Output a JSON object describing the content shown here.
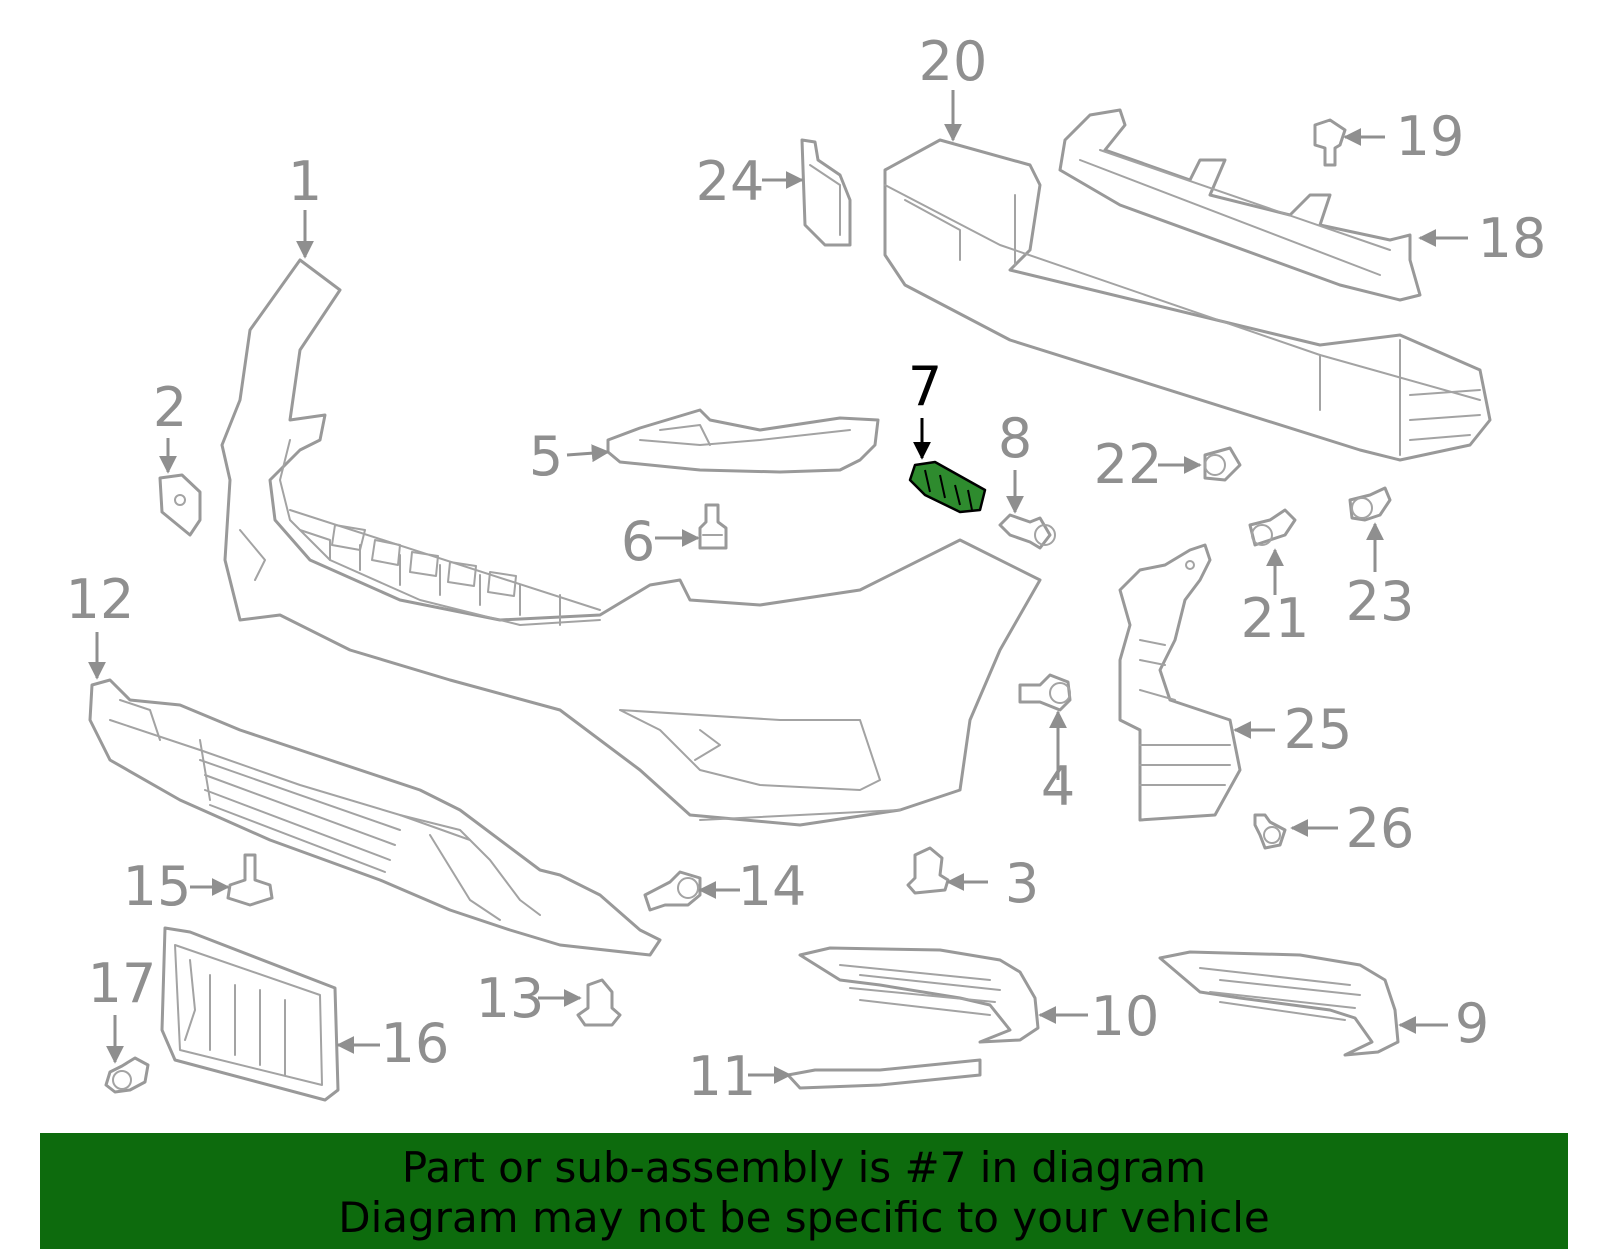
{
  "callouts": {
    "c1": "1",
    "c2": "2",
    "c3": "3",
    "c4": "4",
    "c5": "5",
    "c6": "6",
    "c7": "7",
    "c8": "8",
    "c9": "9",
    "c10": "10",
    "c11": "11",
    "c12": "12",
    "c13": "13",
    "c14": "14",
    "c15": "15",
    "c16": "16",
    "c17": "17",
    "c18": "18",
    "c19": "19",
    "c20": "20",
    "c21": "21",
    "c22": "22",
    "c23": "23",
    "c24": "24",
    "c25": "25",
    "c26": "26"
  },
  "highlighted_part": "7",
  "colors": {
    "highlight_part": "#2e8b2e",
    "banner_background": "#0d6b0d",
    "line_art": "#999999",
    "highlight_label": "#000000"
  },
  "banner": {
    "line1": "Part or sub-assembly is #7 in diagram",
    "line2": "Diagram may not be specific to your vehicle"
  }
}
